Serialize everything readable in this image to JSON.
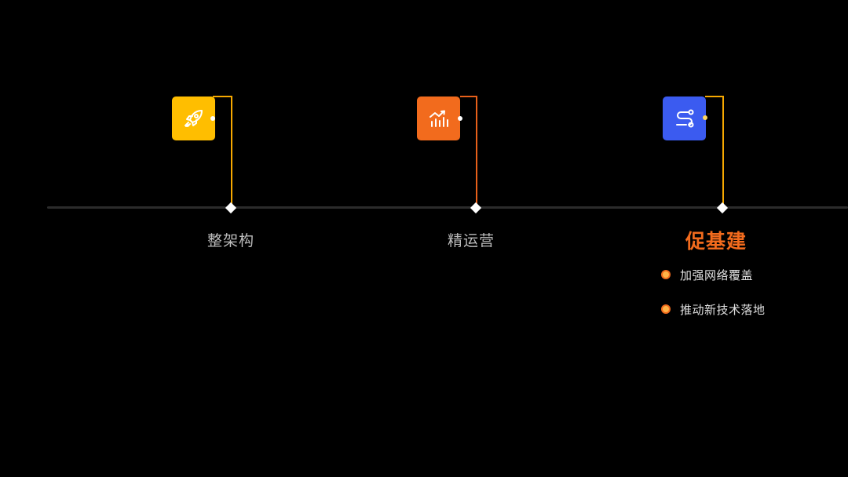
{
  "steps": [
    {
      "label": "整架构",
      "icon": "rocket-icon",
      "tile_color": "#ffbe00",
      "connector_color": "#f6a800",
      "active": false
    },
    {
      "label": "精运营",
      "icon": "bar-chart-trend-icon",
      "tile_color": "#f26b1d",
      "connector_color": "#e8601a",
      "active": false
    },
    {
      "label": "促基建",
      "icon": "route-icon",
      "tile_color": "#3b5bf0",
      "connector_color": "#f6a800",
      "active": true
    }
  ],
  "active_details": {
    "items": [
      "加强网络覆盖",
      "推动新技术落地"
    ]
  },
  "colors": {
    "background": "#000000",
    "timeline": "#2b2b2b",
    "active_label": "#f26b1d",
    "inactive_label": "#bdbdbd"
  }
}
